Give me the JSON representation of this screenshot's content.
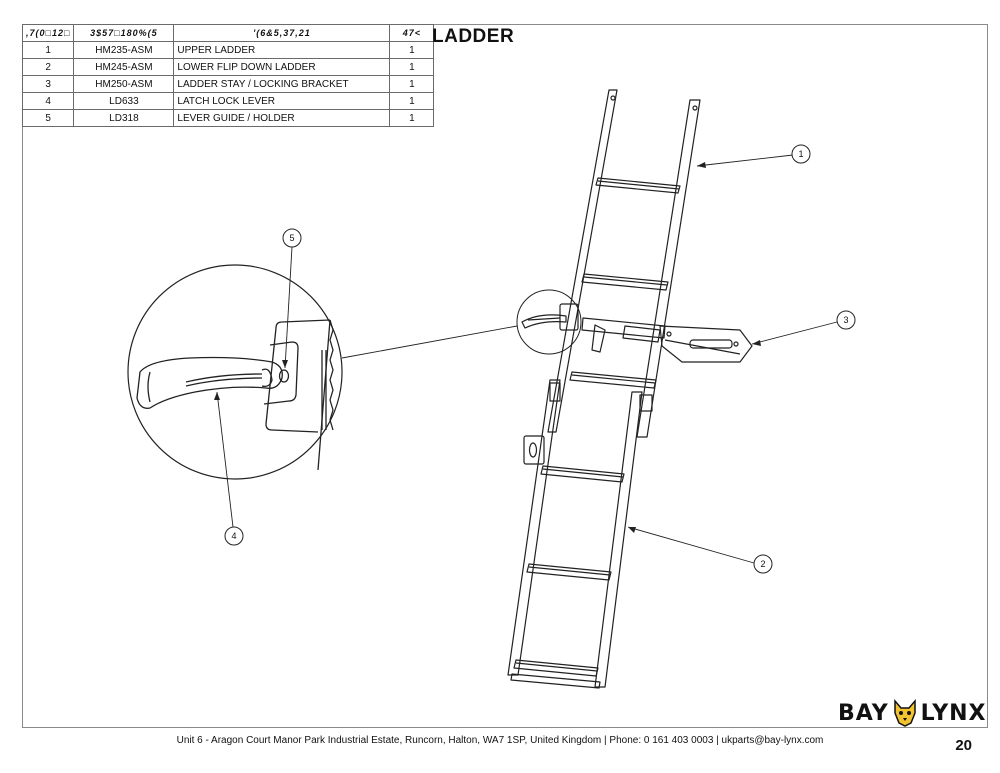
{
  "bom": {
    "headers": [
      ",7(0□12□",
      "3$57□180%(5",
      "'(6&5,37,21",
      "47<"
    ],
    "rows": [
      {
        "item": "1",
        "part": "HM235-ASM",
        "desc": "UPPER LADDER",
        "qty": "1"
      },
      {
        "item": "2",
        "part": "HM245-ASM",
        "desc": "LOWER FLIP DOWN LADDER",
        "qty": "1"
      },
      {
        "item": "3",
        "part": "HM250-ASM",
        "desc": "LADDER STAY / LOCKING BRACKET",
        "qty": "1"
      },
      {
        "item": "4",
        "part": "LD633",
        "desc": "LATCH LOCK LEVER",
        "qty": "1"
      },
      {
        "item": "5",
        "part": "LD318",
        "desc": "LEVER GUIDE / HOLDER",
        "qty": "1"
      }
    ]
  },
  "title": "LADDER",
  "callouts": {
    "c1": "1",
    "c2": "2",
    "c3": "3",
    "c4": "4",
    "c5": "5"
  },
  "logo": {
    "left": "BAY",
    "right": "LYNX"
  },
  "footer": "Unit 6 - Aragon Court Manor Park Industrial Estate, Runcorn, Halton, WA7 1SP, United Kingdom  |  Phone: 0 161 403 0003  |  ukparts@bay-lynx.com",
  "page_number": "20"
}
